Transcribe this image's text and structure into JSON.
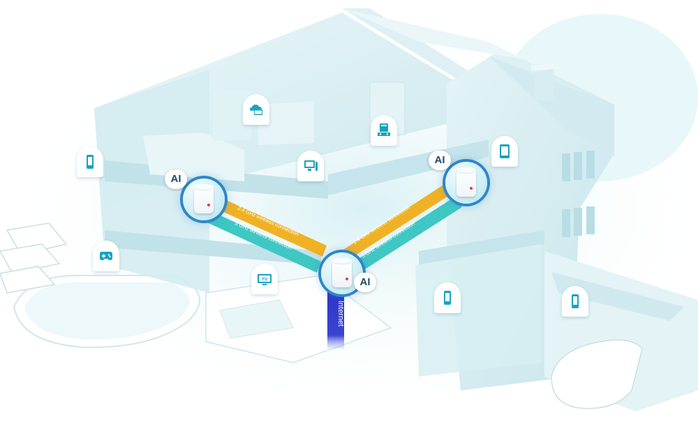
{
  "labels": {
    "ai": "AI",
    "internet": "Internet",
    "link_24": "2.4 GHz wireless connection",
    "link_5": "5 GHz wireless connection",
    "tv": "TV"
  },
  "icons": [
    "phone-icon",
    "gamepad-icon",
    "cloud-folder-icon",
    "desktop-icon",
    "game-console-icon",
    "tv-icon",
    "tablet-icon",
    "phone-icon",
    "phone-icon"
  ],
  "colors": {
    "link_24": "#f0b224",
    "link_5": "#3fc7c3",
    "internet": "#3040c8",
    "node_ring": "#2f86c8",
    "icon": "#17a3bf"
  }
}
